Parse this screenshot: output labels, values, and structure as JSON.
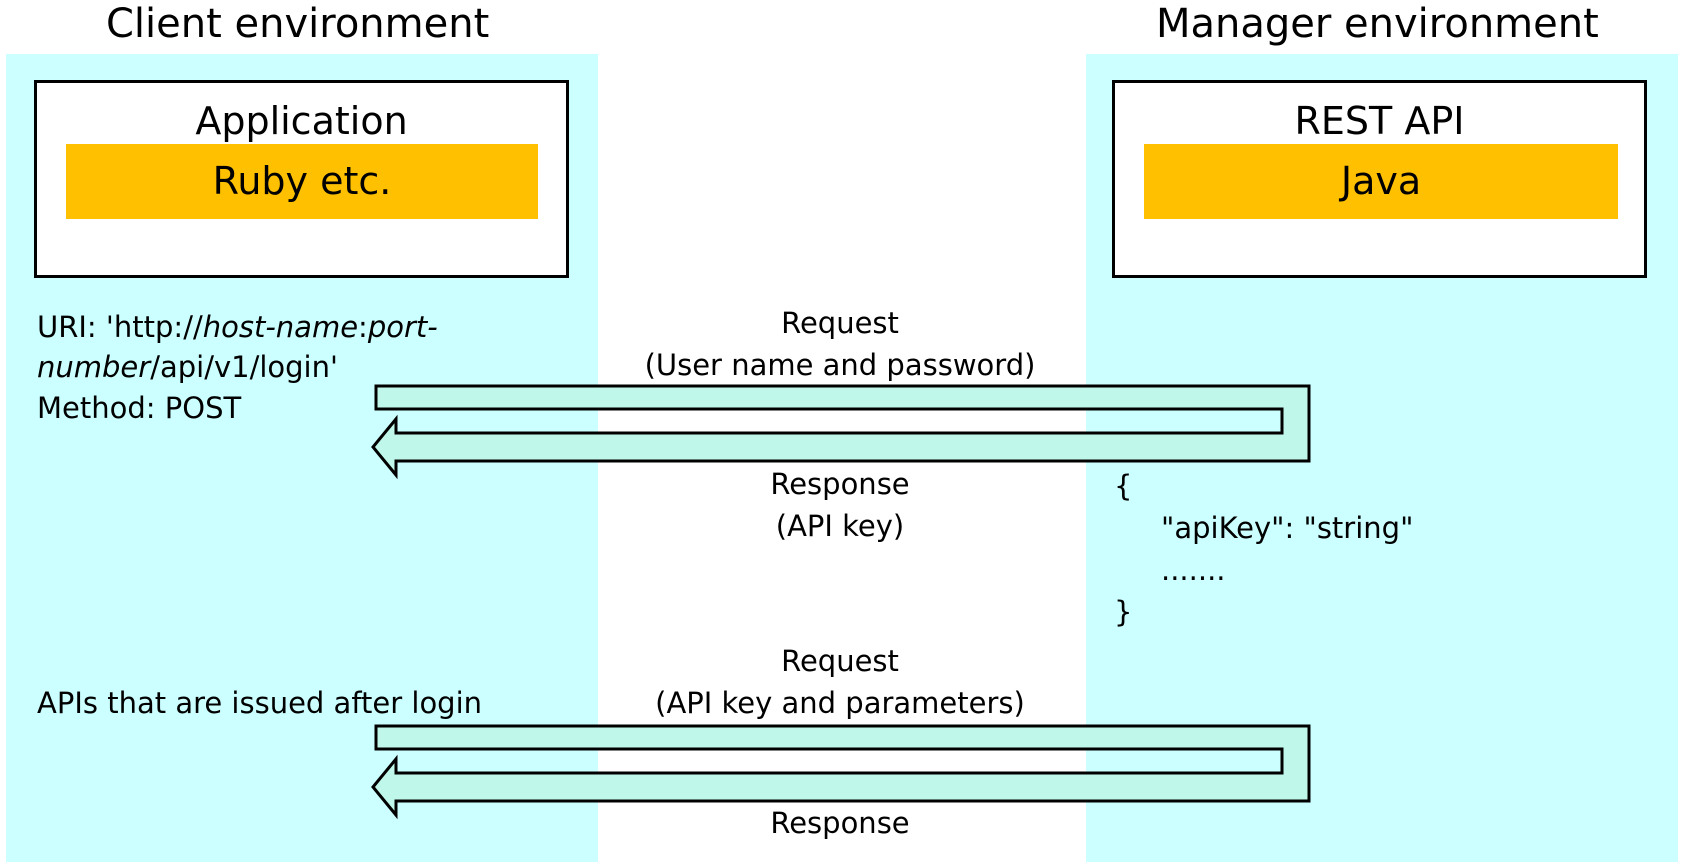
{
  "client": {
    "title": "Client environment",
    "box_title": "Application",
    "bar_label": "Ruby etc.",
    "uri_line1_prefix": "URI: 'http://",
    "uri_host": "host-name",
    "uri_colon": ":",
    "uri_port_part1": "port-",
    "uri_port_part2": "number",
    "uri_line2_suffix": "/api/v1/login'",
    "method_line": "Method: POST",
    "apis_label": "APIs that are issued after login"
  },
  "manager": {
    "title": "Manager environment",
    "box_title": "REST API",
    "bar_label": "Java",
    "json_lines": [
      "{",
      "\"apiKey\": \"string\"",
      ".......",
      "}"
    ]
  },
  "exchange1": {
    "request_line1": "Request",
    "request_line2": "(User name and password)",
    "response_line1": "Response",
    "response_line2": "(API key)"
  },
  "exchange2": {
    "request_line1": "Request",
    "request_line2": "(API key and parameters)",
    "response_line1": "Response"
  },
  "colors": {
    "zone": "#ccffff",
    "bar": "#ffc000",
    "arrow_fill": "#bff8ea",
    "stroke": "#000000"
  }
}
